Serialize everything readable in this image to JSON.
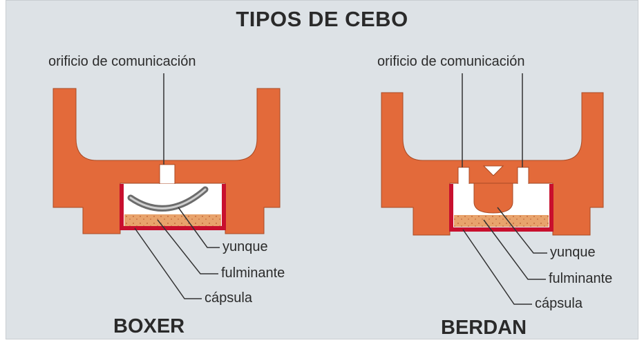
{
  "title": "TIPOS DE CEBO",
  "boxer": {
    "name": "BOXER",
    "hole_label": "orificio de comunicación",
    "labels": {
      "anvil": "yunque",
      "primer_compound": "fulminante",
      "cup": "cápsula"
    }
  },
  "berdan": {
    "name": "BERDAN",
    "hole_label": "orificio de comunicación",
    "labels": {
      "anvil": "yunque",
      "primer_compound": "fulminante",
      "cup": "cápsula"
    }
  },
  "colors": {
    "background": "#dde2e6",
    "case_brass": "#e36a3a",
    "cup_red": "#c8102e",
    "priming_compound": "#e8a36c",
    "anvil_gray": "#7f7f7f",
    "text": "#2b2b2b"
  }
}
